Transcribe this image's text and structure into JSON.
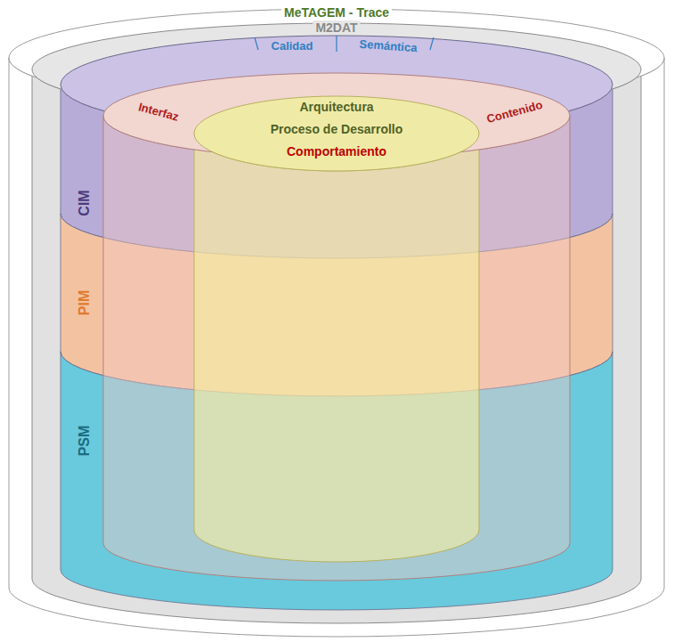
{
  "diagram": {
    "nodes": [
      {
        "text": [
          "MeTAGEM - Trace"
        ]
      },
      {
        "text": [
          "M2DAT"
        ],
        "in": 0
      },
      {
        "text": [
          "Calidad",
          "Semántica"
        ],
        "in": 1
      },
      {
        "text": [
          "Interfaz",
          "Contenido"
        ],
        "in": 2
      },
      {
        "text": [
          "Arquitectura",
          "Proceso de Desarrollo",
          "Comportamiento"
        ],
        "in": 3
      }
    ],
    "labels": [
      "CIM",
      "PIM",
      "PSM"
    ]
  }
}
